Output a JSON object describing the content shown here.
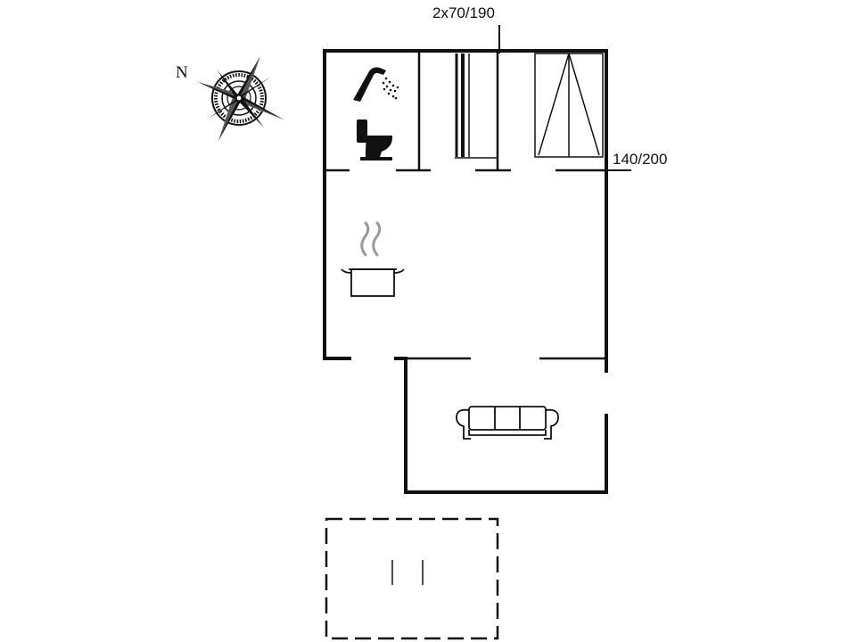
{
  "compass": {
    "north_label": "N",
    "icon": "compass-rose-icon"
  },
  "beds": [
    {
      "label": "2x70/190",
      "icon": "bunk-bed-icon"
    },
    {
      "label": "140/200",
      "icon": "double-bed-icon"
    }
  ],
  "rooms": [
    {
      "name": "bathroom",
      "icons": [
        "shower-icon",
        "toilet-icon"
      ]
    },
    {
      "name": "kitchen-living",
      "icons": [
        "cooking-pot-icon"
      ]
    },
    {
      "name": "living-room",
      "icons": [
        "sofa-icon"
      ]
    },
    {
      "name": "terrace",
      "icons": []
    }
  ],
  "colors": {
    "wall": "#111111",
    "background": "#ffffff",
    "steam": "#9a9a9a"
  }
}
